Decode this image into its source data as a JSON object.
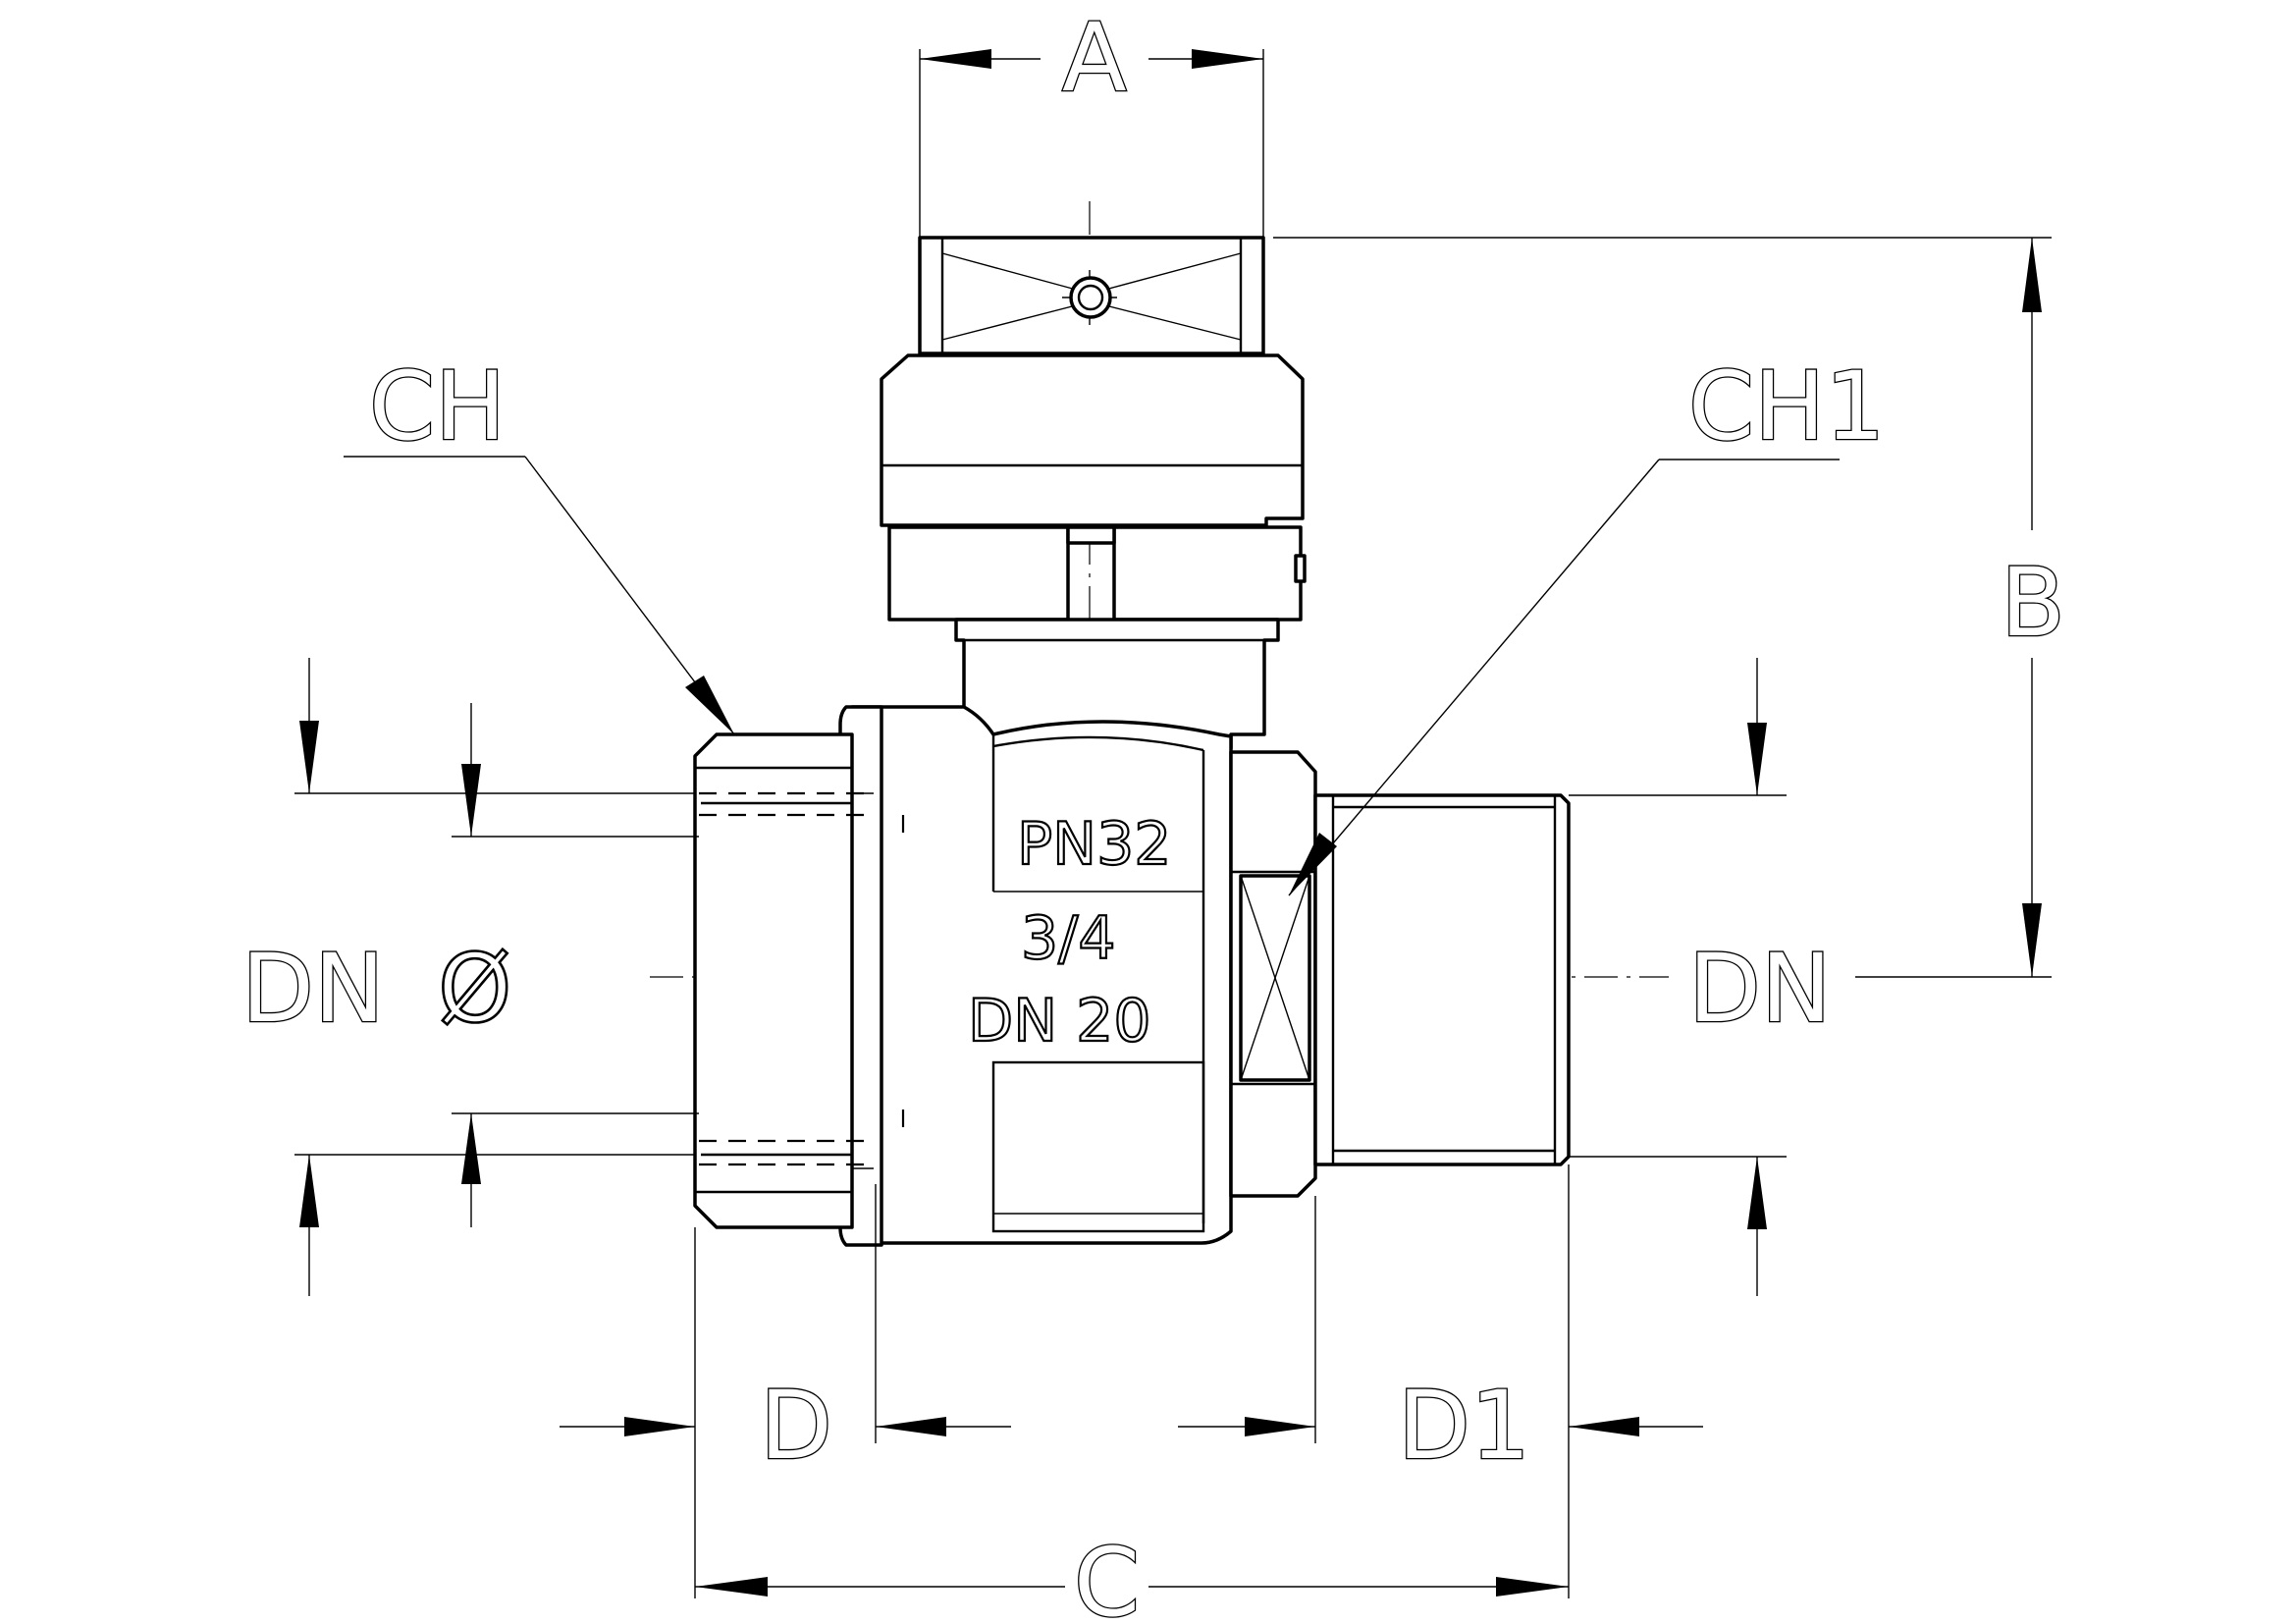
{
  "labels": {
    "a": "A",
    "b": "B",
    "c": "C",
    "d": "D",
    "d1": "D1",
    "ch": "CH",
    "ch1": "CH1",
    "dn_left": "DN",
    "diameter": "Ø",
    "dn_right": "DN"
  },
  "body_markings": {
    "pressure": "PN32",
    "size": "3/4",
    "nominal": "DN  20"
  },
  "colors": {
    "ink": "#000000",
    "paper": "#ffffff"
  }
}
